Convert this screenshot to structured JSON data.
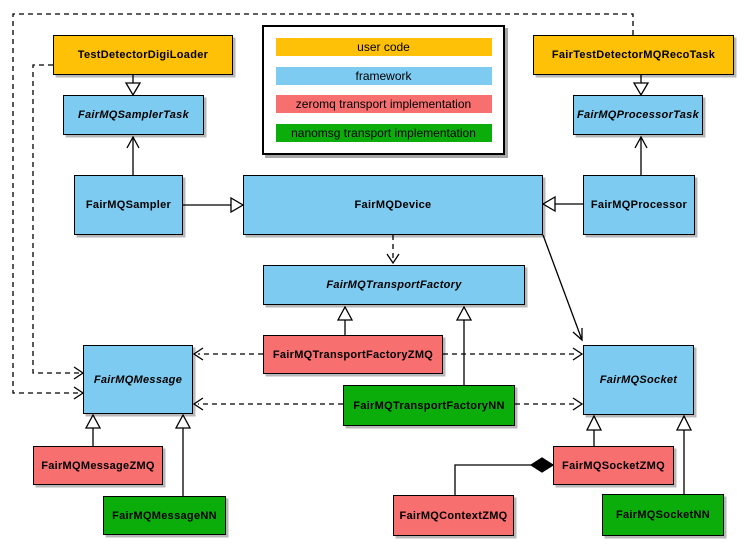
{
  "diagram": {
    "colors": {
      "user_code": "#FFC107",
      "framework": "#7DCBF0",
      "zeromq": "#F76F6F",
      "nanomsg": "#0AAD0A"
    },
    "legend": {
      "items": [
        {
          "label": "user code",
          "color_key": "user_code"
        },
        {
          "label": "framework",
          "color_key": "framework"
        },
        {
          "label": "zeromq transport implementation",
          "color_key": "zeromq"
        },
        {
          "label": "nanomsg transport implementation",
          "color_key": "nanomsg"
        }
      ]
    },
    "nodes": {
      "testDetectorDigiLoader": {
        "label": "TestDetectorDigiLoader",
        "category": "user_code",
        "abstract": false
      },
      "fairTestDetectorMQRecoTask": {
        "label": "FairTestDetectorMQRecoTask",
        "category": "user_code",
        "abstract": false
      },
      "fairMQSamplerTask": {
        "label": "FairMQSamplerTask",
        "category": "framework",
        "abstract": true
      },
      "fairMQProcessorTask": {
        "label": "FairMQProcessorTask",
        "category": "framework",
        "abstract": true
      },
      "fairMQSampler": {
        "label": "FairMQSampler",
        "category": "framework",
        "abstract": false
      },
      "fairMQDevice": {
        "label": "FairMQDevice",
        "category": "framework",
        "abstract": false
      },
      "fairMQProcessor": {
        "label": "FairMQProcessor",
        "category": "framework",
        "abstract": false
      },
      "fairMQTransportFactory": {
        "label": "FairMQTransportFactory",
        "category": "framework",
        "abstract": true
      },
      "fairMQTransportFactoryZMQ": {
        "label": "FairMQTransportFactoryZMQ",
        "category": "zeromq",
        "abstract": false
      },
      "fairMQTransportFactoryNN": {
        "label": "FairMQTransportFactoryNN",
        "category": "nanomsg",
        "abstract": false
      },
      "fairMQMessage": {
        "label": "FairMQMessage",
        "category": "framework",
        "abstract": true
      },
      "fairMQSocket": {
        "label": "FairMQSocket",
        "category": "framework",
        "abstract": true
      },
      "fairMQMessageZMQ": {
        "label": "FairMQMessageZMQ",
        "category": "zeromq",
        "abstract": false
      },
      "fairMQMessageNN": {
        "label": "FairMQMessageNN",
        "category": "nanomsg",
        "abstract": false
      },
      "fairMQContextZMQ": {
        "label": "FairMQContextZMQ",
        "category": "zeromq",
        "abstract": false
      },
      "fairMQSocketZMQ": {
        "label": "FairMQSocketZMQ",
        "category": "zeromq",
        "abstract": false
      },
      "fairMQSocketNN": {
        "label": "FairMQSocketNN",
        "category": "nanomsg",
        "abstract": false
      }
    },
    "edges": [
      {
        "from": "TestDetectorDigiLoader",
        "to": "FairMQSamplerTask",
        "type": "inheritance"
      },
      {
        "from": "FairTestDetectorMQRecoTask",
        "to": "FairMQProcessorTask",
        "type": "inheritance"
      },
      {
        "from": "FairMQSampler",
        "to": "FairMQSamplerTask",
        "type": "association"
      },
      {
        "from": "FairMQProcessor",
        "to": "FairMQProcessorTask",
        "type": "association"
      },
      {
        "from": "FairMQSampler",
        "to": "FairMQDevice",
        "type": "inheritance"
      },
      {
        "from": "FairMQProcessor",
        "to": "FairMQDevice",
        "type": "inheritance"
      },
      {
        "from": "FairMQDevice",
        "to": "FairMQTransportFactory",
        "type": "dependency"
      },
      {
        "from": "FairMQDevice",
        "to": "FairMQSocket",
        "type": "association"
      },
      {
        "from": "TestDetectorDigiLoader",
        "to": "FairMQMessage",
        "type": "dependency"
      },
      {
        "from": "FairTestDetectorMQRecoTask",
        "to": "FairMQMessage",
        "type": "dependency"
      },
      {
        "from": "FairMQTransportFactoryZMQ",
        "to": "FairMQTransportFactory",
        "type": "inheritance"
      },
      {
        "from": "FairMQTransportFactoryNN",
        "to": "FairMQTransportFactory",
        "type": "inheritance"
      },
      {
        "from": "FairMQTransportFactoryZMQ",
        "to": "FairMQMessage",
        "type": "dependency"
      },
      {
        "from": "FairMQTransportFactoryZMQ",
        "to": "FairMQSocket",
        "type": "dependency"
      },
      {
        "from": "FairMQTransportFactoryNN",
        "to": "FairMQMessage",
        "type": "dependency"
      },
      {
        "from": "FairMQTransportFactoryNN",
        "to": "FairMQSocket",
        "type": "dependency"
      },
      {
        "from": "FairMQMessageZMQ",
        "to": "FairMQMessage",
        "type": "inheritance"
      },
      {
        "from": "FairMQMessageNN",
        "to": "FairMQMessage",
        "type": "inheritance"
      },
      {
        "from": "FairMQSocketZMQ",
        "to": "FairMQSocket",
        "type": "inheritance"
      },
      {
        "from": "FairMQSocketNN",
        "to": "FairMQSocket",
        "type": "inheritance"
      },
      {
        "from": "FairMQContextZMQ",
        "to": "FairMQSocketZMQ",
        "type": "composition"
      }
    ]
  }
}
